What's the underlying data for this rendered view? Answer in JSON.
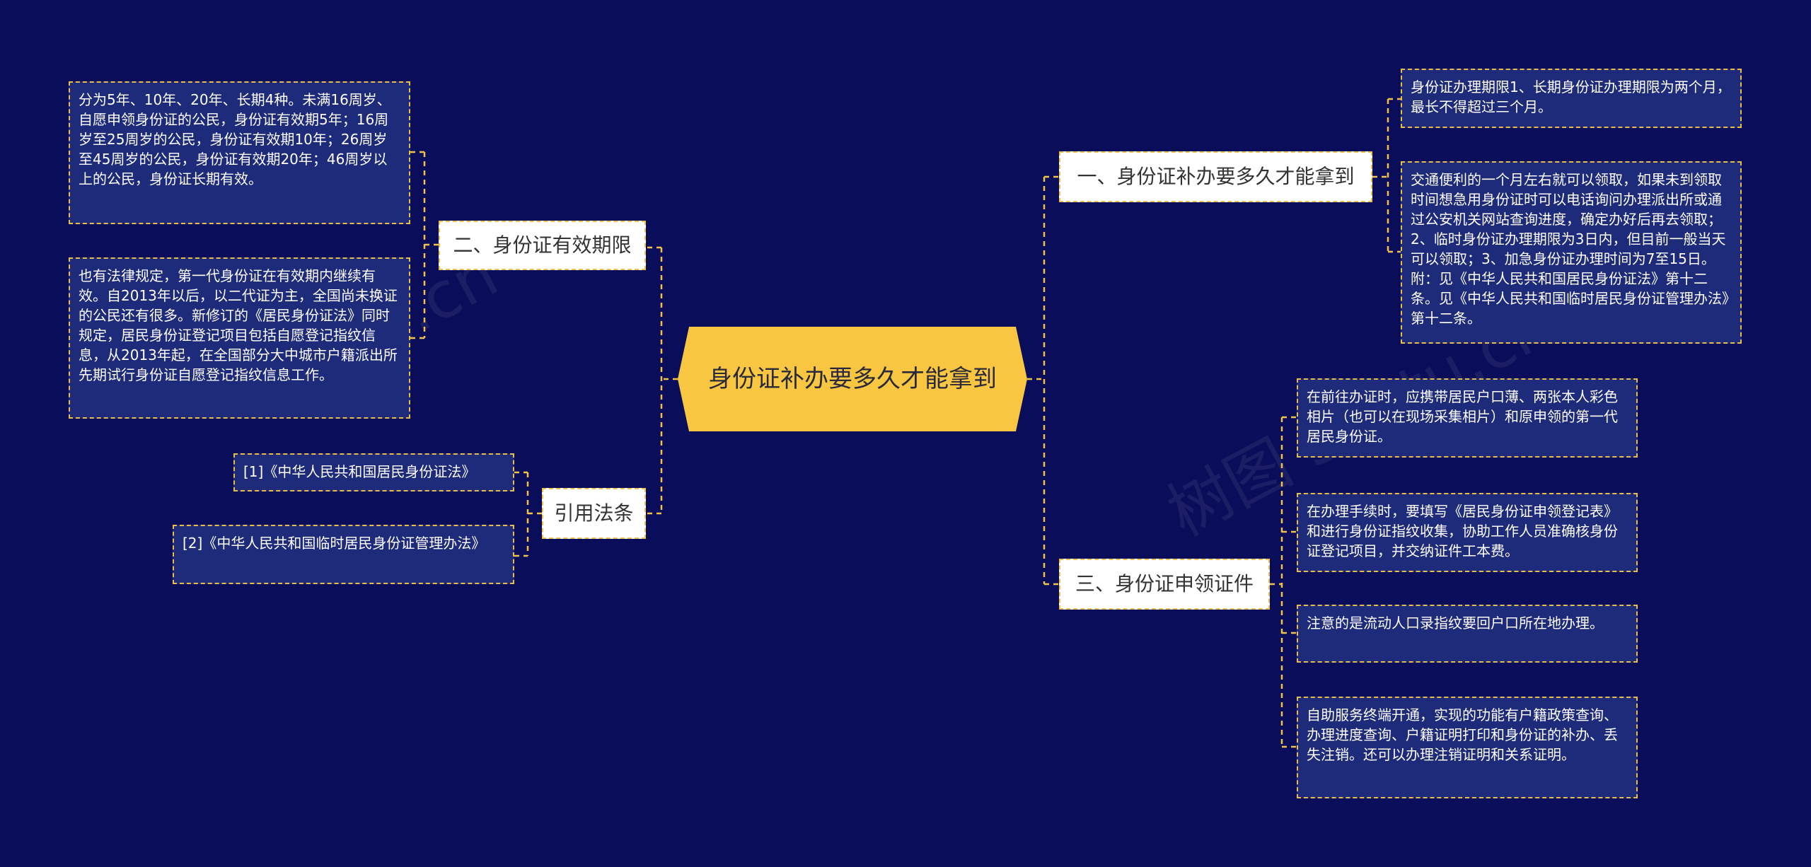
{
  "root": {
    "title": "身份证补办要多久才能拿到"
  },
  "branches": {
    "b1": {
      "label": "一、身份证补办要多久才能拿到",
      "leaves": [
        "身份证办理期限1、长期身份证办理期限为两个月，最长不得超过三个月。",
        "交通便利的一个月左右就可以领取，如果未到领取时间想急用身份证时可以电话询问办理派出所或通过公安机关网站查询进度，确定办好后再去领取；2、临时身份证办理期限为3日内，但目前一般当天可以领取；3、加急身份证办理时间为7至15日。附：见《中华人民共和国居民身份证法》第十二条。见《中华人民共和国临时居民身份证管理办法》第十二条。"
      ]
    },
    "b2": {
      "label": "二、身份证有效期限",
      "leaves": [
        "分为5年、10年、20年、长期4种。未满16周岁、自愿申领身份证的公民，身份证有效期5年；16周岁至25周岁的公民，身份证有效期10年；26周岁至45周岁的公民，身份证有效期20年；46周岁以上的公民，身份证长期有效。",
        "也有法律规定，第一代身份证在有效期内继续有效。自2013年以后，以二代证为主，全国尚未换证的公民还有很多。新修订的《居民身份证法》同时规定，居民身份证登记项目包括自愿登记指纹信息，从2013年起，在全国部分大中城市户籍派出所先期试行身份证自愿登记指纹信息工作。"
      ]
    },
    "b3": {
      "label": "三、身份证申领证件",
      "leaves": [
        "在前往办证时，应携带居民户口薄、两张本人彩色相片（也可以在现场采集相片）和原申领的第一代居民身份证。",
        "在办理手续时，要填写《居民身份证申领登记表》和进行身份证指纹收集，协助工作人员准确核身份证登记项目，并交纳证件工本费。",
        "注意的是流动人口录指纹要回户口所在地办理。",
        "自助服务终端开通，实现的功能有户籍政策查询、办理进度查询、户籍证明打印和身份证的补办、丢失注销。还可以办理注销证明和关系证明。"
      ]
    },
    "b4": {
      "label": "引用法条",
      "leaves": [
        "[1]《中华人民共和国居民身份证法》",
        "[2]《中华人民共和国临时居民身份证管理办法》"
      ]
    }
  },
  "watermarks": [
    "shutu.cn",
    "树图 shutu.cn"
  ],
  "colors": {
    "background": "#0a0d5a",
    "root_fill": "#f9c642",
    "connector": "#f1c24a",
    "leaf_fill": "#1e2a7a"
  }
}
